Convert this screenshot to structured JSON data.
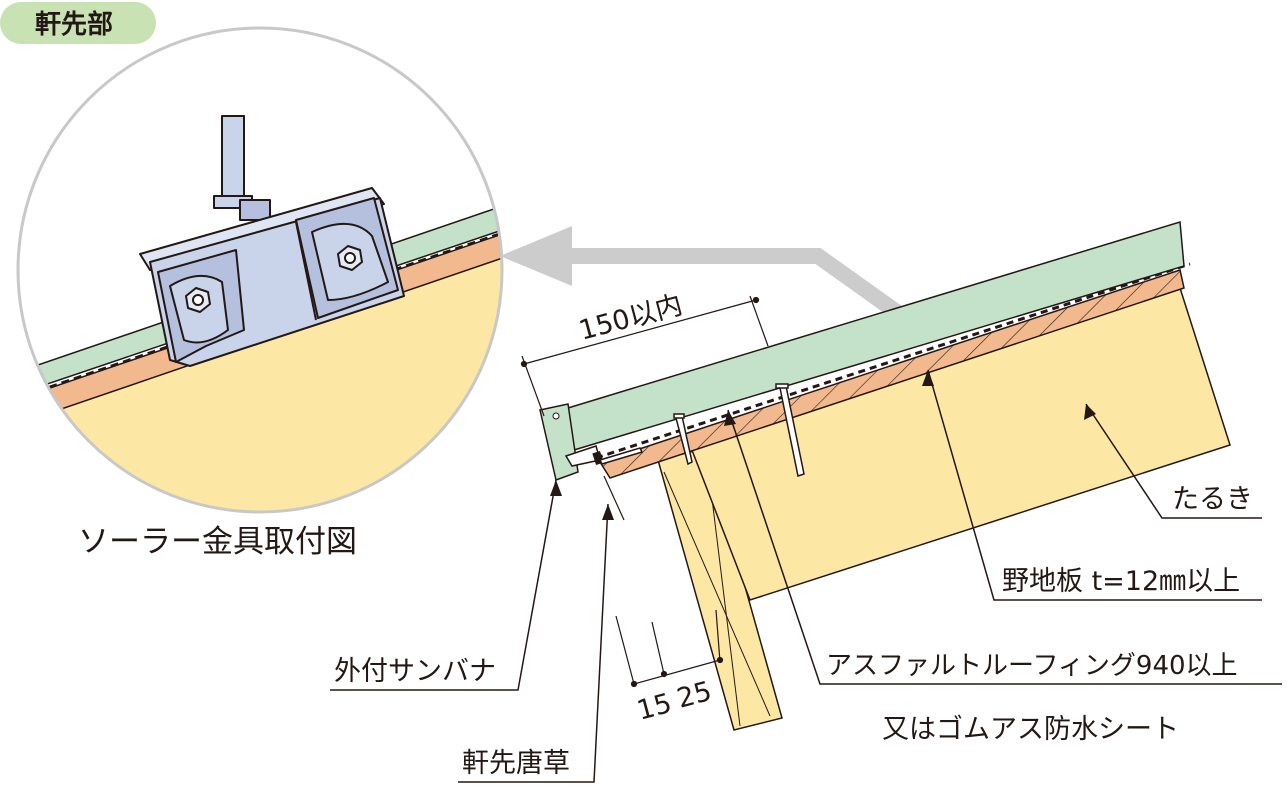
{
  "section_badge": "軒先部",
  "detail_caption": "ソーラー金具取付図",
  "dimension_top": "150以内",
  "dimension_left": "15",
  "dimension_right": "25",
  "labels": {
    "rafter": "たるき",
    "sheathing": "野地板  t=12㎜以上",
    "underlay_line1": "アスファルトルーフィング940以上",
    "underlay_line2": "又はゴムアス防水シート",
    "gable_flashing": "外付サンバナ",
    "eave_edge": "軒先唐草"
  },
  "colors": {
    "roof_panel": "#c3e2c9",
    "sheathing": "#f2b98e",
    "rafter": "#fde7a4",
    "badge": "#c8e2b3",
    "bracket": "#c9d3ea",
    "arrow": "#cccccc",
    "line": "#231815"
  }
}
